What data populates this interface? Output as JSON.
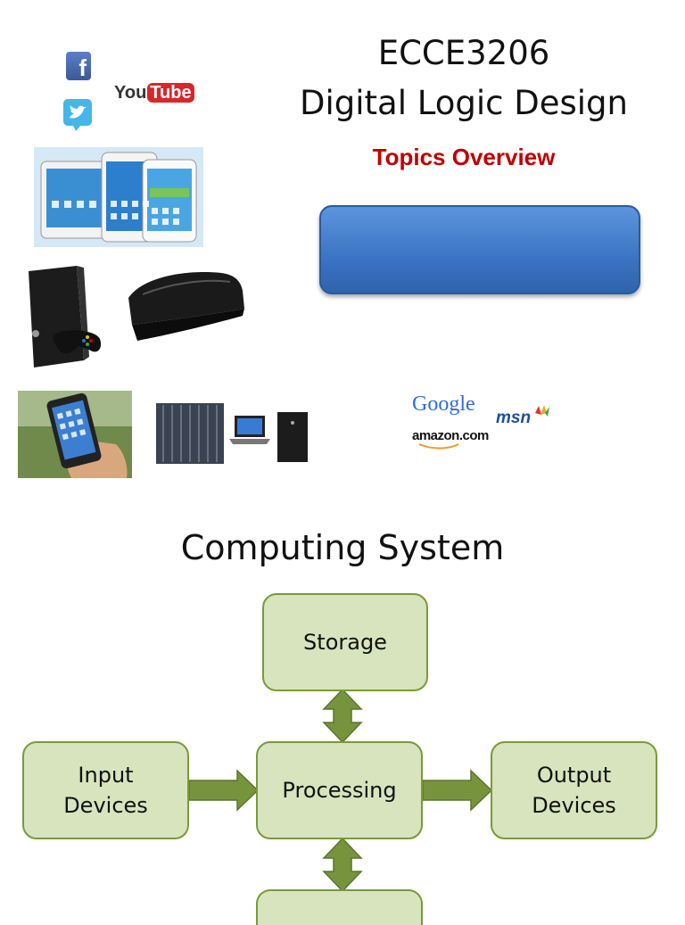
{
  "title_line1": "ECCE3206",
  "title_line2": "Digital Logic Design",
  "subtitle": "Topics Overview",
  "social": {
    "facebook_letter": "f",
    "youtube_you": "You",
    "youtube_tube": "Tube"
  },
  "brands": {
    "google": "Google",
    "amazon": "amazon.com",
    "msn": "msn"
  },
  "section_title": "Computing System",
  "diagram": {
    "storage": "Storage",
    "processing": "Processing",
    "input_line1": "Input",
    "input_line2": "Devices",
    "output_line1": "Output",
    "output_line2": "Devices"
  },
  "colors": {
    "subtitle": "#c00000",
    "node_fill": "#d7e4bd",
    "node_border": "#7a9a3a",
    "arrow": "#77933c",
    "button": "#3a74c4"
  },
  "icons": [
    "facebook-icon",
    "twitter-icon",
    "youtube-logo",
    "tablets-image",
    "xbox-image",
    "playstation-image",
    "smartphone-image",
    "server-laptop-desktop-image"
  ]
}
